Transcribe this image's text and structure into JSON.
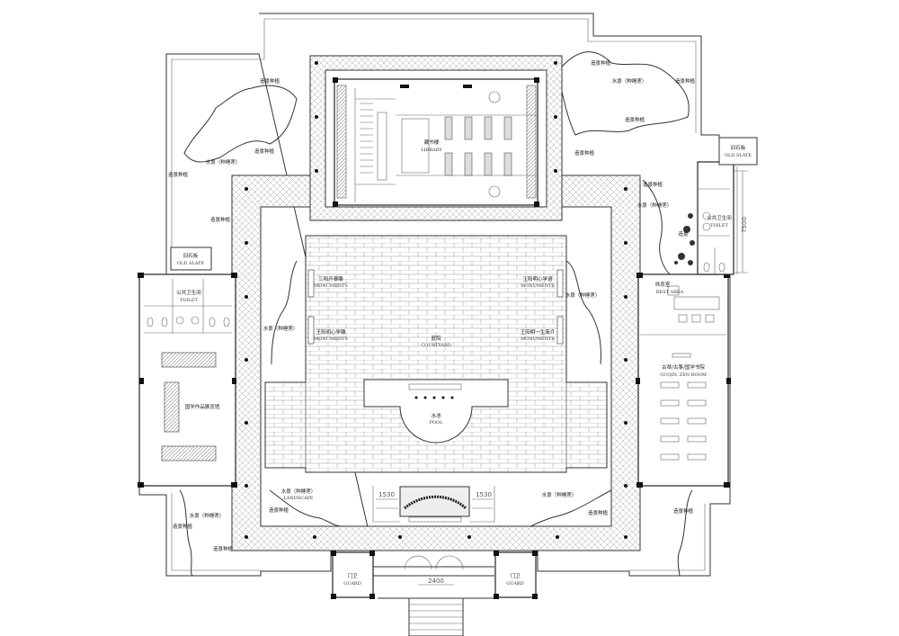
{
  "plan": {
    "library": {
      "cn": "藏书楼",
      "en": "LIBRARY"
    },
    "courtyard": {
      "cn": "庭院",
      "en": "COURTYARD"
    },
    "pool": {
      "cn": "水池",
      "en": "POOL"
    },
    "monuments": [
      {
        "cn": "三阳开泰雕",
        "en": "MONUMENTS"
      },
      {
        "cn": "王阳明心学语",
        "en": "MONUMENTS"
      },
      {
        "cn": "王阳明心学雕",
        "en": "MONUMENTS"
      },
      {
        "cn": "王阳明一生简介",
        "en": "MONUMENTS"
      }
    ],
    "toilet_left": {
      "cn": "公共卫生间",
      "en": "TOILET"
    },
    "toilet_right": {
      "cn": "公共卫生间",
      "en": "TOILET"
    },
    "old_slate_left": {
      "cn": "旧石板",
      "en": "OLD SLATE"
    },
    "old_slate_right": {
      "cn": "旧石板",
      "en": "OLD SLATE"
    },
    "rest_area": {
      "cn": "休息室",
      "en": "REST AREA"
    },
    "guqin_room": {
      "cn": "古琴/古筝/国学书院",
      "en": "GUQIN. ZEN ROOM"
    },
    "exhibition_hall": {
      "cn": "国学作品展览馆"
    },
    "guard_left": {
      "cn": "门卫",
      "en": "GUARD"
    },
    "guard_right": {
      "cn": "门卫",
      "en": "GUARD"
    },
    "landscape": {
      "cn": "水景（种睡莲）",
      "en": "LANDSCAPE"
    },
    "rockery": "造景",
    "dimensions": {
      "gate": "2400",
      "left_step": "1530",
      "right_step": "1530",
      "toilet_depth": "7500"
    },
    "planting": [
      "造景种植",
      "造景种植",
      "造景种植",
      "造景种植",
      "造景种植",
      "造景种植",
      "造景种植",
      "造景种植",
      "造景种植",
      "造景种植",
      "造景种植",
      "造景种植",
      "造景种植",
      "造景种植"
    ],
    "water": [
      "水景（种睡莲）",
      "水景（种睡莲）",
      "水景（种睡莲）",
      "水景（种睡莲）",
      "水景（种睡莲）",
      "水景（种睡莲）",
      "水景（种睡莲）"
    ]
  }
}
